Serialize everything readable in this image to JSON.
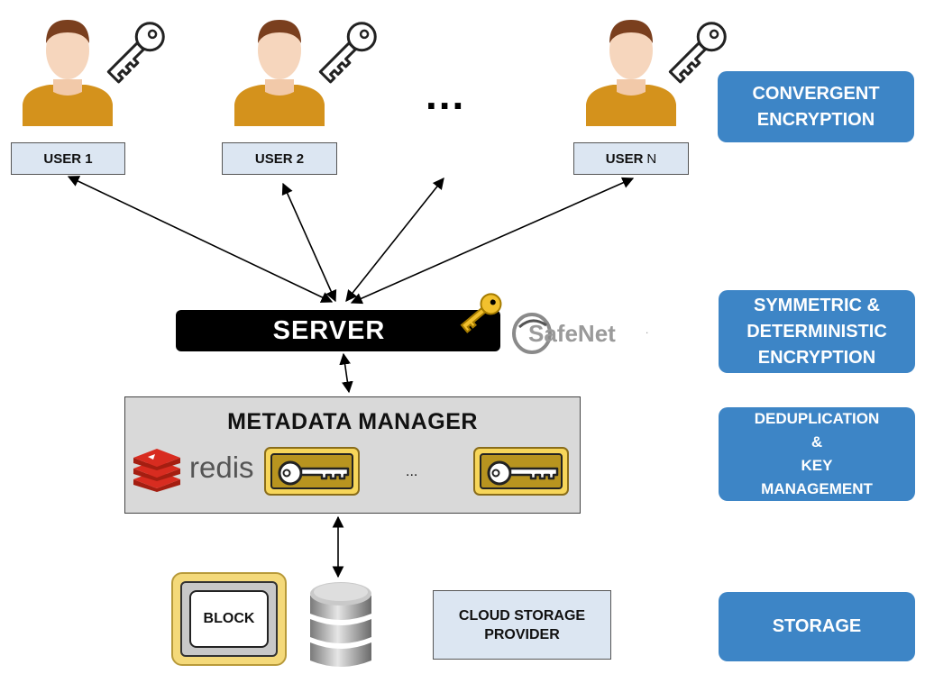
{
  "users": [
    {
      "label": "USER 1",
      "suffix": ""
    },
    {
      "label": "USER 2",
      "suffix": ""
    },
    {
      "label": "USER",
      "suffix": "N"
    }
  ],
  "ellipsis": "...",
  "server": {
    "label": "SERVER"
  },
  "vendor_logo": {
    "text": "SafeNet",
    "tm": "."
  },
  "metadata_manager": {
    "title": "METADATA MANAGER",
    "db_text": "redis",
    "chain_dots": "..."
  },
  "storage": {
    "block_label": "BLOCK",
    "cloud_lines": [
      "CLOUD STORAGE",
      "PROVIDER"
    ]
  },
  "layers": [
    {
      "lines": [
        "CONVERGENT",
        "ENCRYPTION"
      ]
    },
    {
      "lines": [
        "SYMMETRIC &",
        "DETERMINISTIC",
        "ENCRYPTION"
      ]
    },
    {
      "lines": [
        "DEDUPLICATION",
        "&",
        "KEY",
        "MANAGEMENT"
      ]
    },
    {
      "lines": [
        "STORAGE"
      ]
    }
  ],
  "colors": {
    "layer_blue": "#3d85c6",
    "label_fill": "#dce6f2",
    "server_fill": "#000000",
    "shirt": "#d4921c",
    "key_gold": "#f2c12e"
  },
  "icons": [
    "user-avatar-icon",
    "key-icon",
    "gold-key-icon",
    "redis-logo-icon",
    "database-icon",
    "safenet-logo-icon"
  ]
}
